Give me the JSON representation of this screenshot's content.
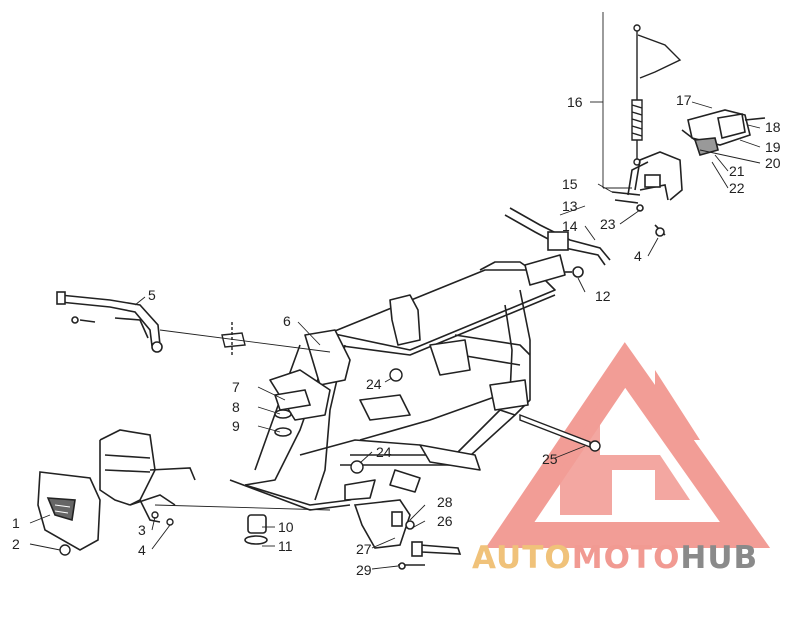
{
  "diagram": {
    "callouts": [
      "1",
      "2",
      "3",
      "4",
      "4",
      "5",
      "6",
      "7",
      "8",
      "9",
      "10",
      "11",
      "12",
      "13",
      "14",
      "15",
      "16",
      "17",
      "18",
      "19",
      "20",
      "21",
      "22",
      "23",
      "24",
      "24",
      "25",
      "26",
      "27",
      "28",
      "29"
    ]
  },
  "watermark": {
    "part1": "AUTO",
    "part2": "MOTO",
    "part3": "HUB",
    "color_auto": "#f0c27a",
    "color_moto": "#f19a92",
    "color_hub": "#8a8a8a",
    "logo_color": "#f08c84"
  }
}
